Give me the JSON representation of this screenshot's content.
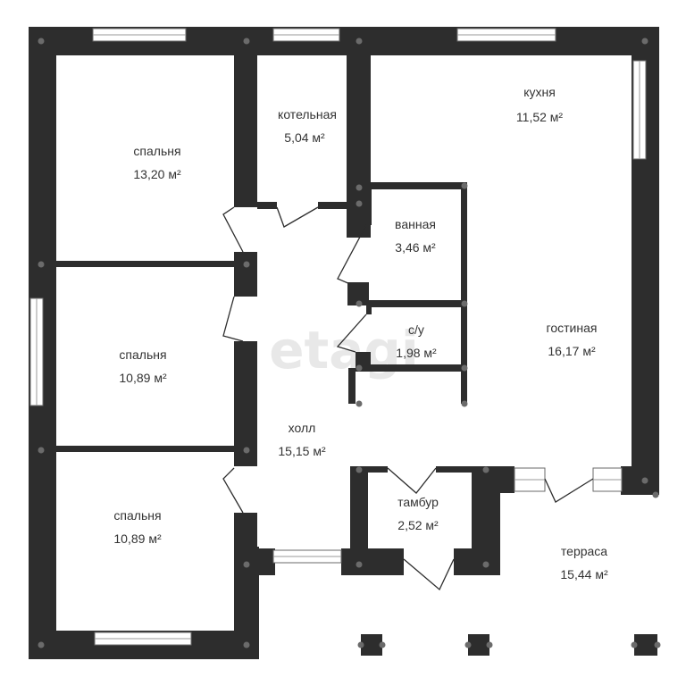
{
  "watermark": "etagi",
  "rooms": [
    {
      "id": "bedroom-1",
      "name": "спальня",
      "area": "13,20 м²"
    },
    {
      "id": "boiler-room",
      "name": "котельная",
      "area": "5,04 м²"
    },
    {
      "id": "kitchen",
      "name": "кухня",
      "area": "11,52 м²"
    },
    {
      "id": "bathroom",
      "name": "ванная",
      "area": "3,46 м²"
    },
    {
      "id": "wc",
      "name": "с/у",
      "area": "1,98 м²"
    },
    {
      "id": "living-room",
      "name": "гостиная",
      "area": "16,17 м²"
    },
    {
      "id": "bedroom-2",
      "name": "спальня",
      "area": "10,89 м²"
    },
    {
      "id": "hall",
      "name": "холл",
      "area": "15,15 м²"
    },
    {
      "id": "bedroom-3",
      "name": "спальня",
      "area": "10,89 м²"
    },
    {
      "id": "vestibule",
      "name": "тамбур",
      "area": "2,52 м²"
    },
    {
      "id": "terrace",
      "name": "терраса",
      "area": "15,44 м²"
    }
  ]
}
